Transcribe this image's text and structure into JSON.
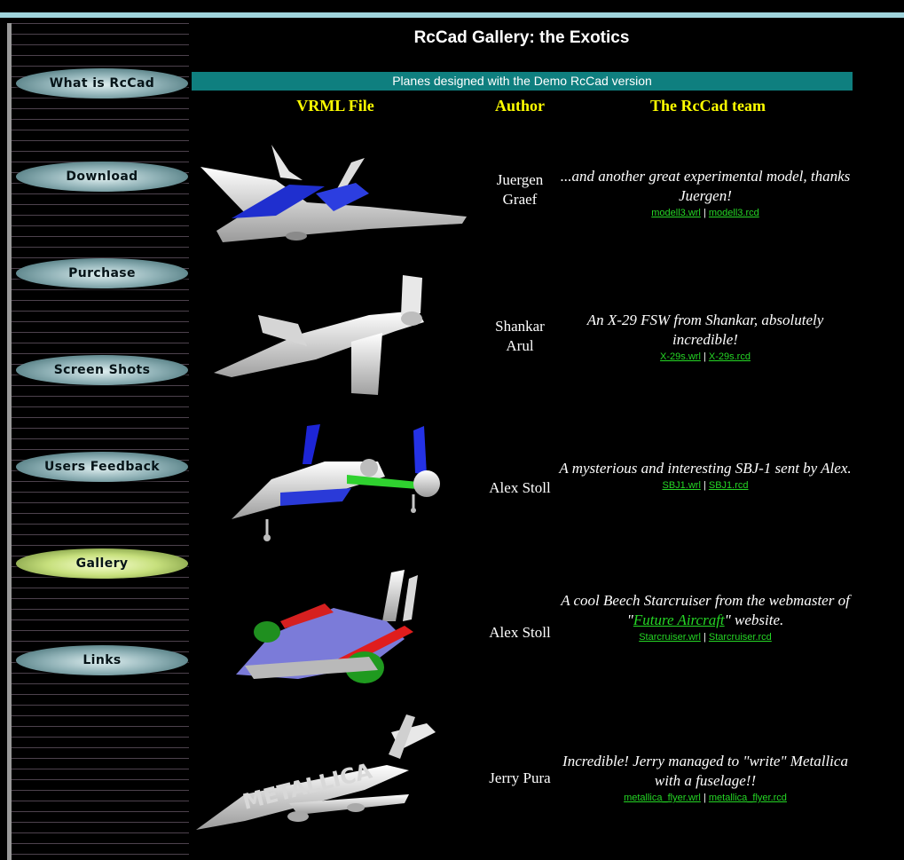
{
  "page": {
    "title": "RcCad Gallery: the Exotics",
    "banner": "Planes designed with the Demo RcCad version"
  },
  "nav": [
    {
      "label": "What is RcCad"
    },
    {
      "label": "Download"
    },
    {
      "label": "Purchase"
    },
    {
      "label": "Screen Shots"
    },
    {
      "label": "Users Feedback"
    },
    {
      "label": "Gallery",
      "active": true
    },
    {
      "label": "Links"
    }
  ],
  "columns": {
    "vrml": "VRML File",
    "author": "Author",
    "team": "The RcCad team"
  },
  "rows": [
    {
      "author": "Juergen Graef",
      "desc": "...and another great experimental model, thanks Juergen!",
      "file1": "modell3.wrl",
      "sep": " | ",
      "file2": "modell3.rcd"
    },
    {
      "author": "Shankar Arul",
      "desc": "An X-29 FSW from Shankar, absolutely incredible!",
      "file1": "X-29s.wrl",
      "sep": " | ",
      "file2": "X-29s.rcd"
    },
    {
      "author": "Alex Stoll",
      "desc": "A mysterious and interesting SBJ-1 sent by Alex.",
      "file1": "SBJ1.wrl",
      "sep": " | ",
      "file2": "SBJ1.rcd"
    },
    {
      "author": "Alex Stoll",
      "desc_pre": "A cool Beech Starcruiser from the webmaster of \"",
      "desc_link": "Future Aircraft",
      "desc_post": "\" website.",
      "file1": "Starcruiser.wrl",
      "sep": " | ",
      "file2": "Starcruiser.rcd"
    },
    {
      "author": "Jerry Pura",
      "desc": "Incredible! Jerry managed to \"write\" Metallica with a fuselage!!",
      "file1": "metallica_flyer.wrl",
      "sep": " | ",
      "file2": "metallica_flyer.rcd"
    }
  ],
  "colors": {
    "banner": "#0f7f7f",
    "header_text": "#ffff00",
    "link": "#25d625",
    "nav_active": "#c7e07d"
  },
  "icons": [
    "plane-render-modell3",
    "plane-render-x29",
    "plane-render-sbj1",
    "plane-render-starcruiser",
    "plane-render-metallica"
  ]
}
